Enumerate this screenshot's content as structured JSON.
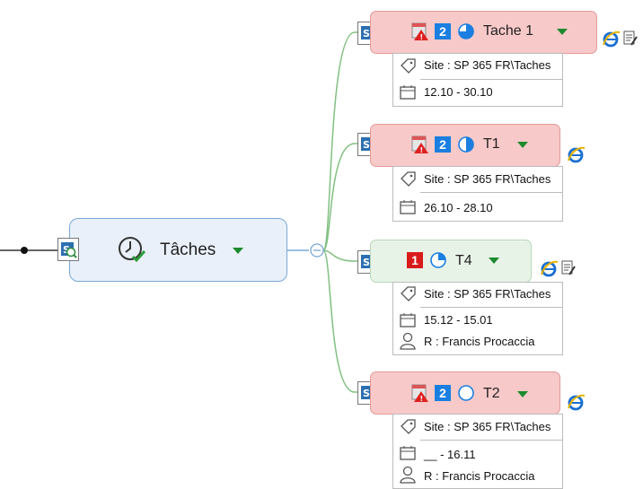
{
  "central": {
    "title": "Tâches"
  },
  "topics": [
    {
      "title": "Tache 1",
      "priority": "2",
      "site": "Site : SP 365 FR\\Taches",
      "dates": "12.10 - 30.10"
    },
    {
      "title": "T1",
      "priority": "2",
      "site": "Site : SP 365 FR\\Taches",
      "dates": "26.10 - 28.10"
    },
    {
      "title": "T4",
      "priority": "1",
      "site": "Site : SP 365 FR\\Taches",
      "dates": "15.12 - 15.01",
      "resource": "R : Francis Procaccia"
    },
    {
      "title": "T2",
      "priority": "2",
      "site": "Site : SP 365 FR\\Taches",
      "dates": "__ - 16.11",
      "resource": "R : Francis Procaccia"
    }
  ],
  "colors": {
    "alert_topic": "#f8c9c9",
    "normal_topic": "#e8f3e8",
    "central": "#e9f0f9",
    "connector": "#82c082",
    "priority_2": "#1a7fe0",
    "priority_1": "#d81b1b"
  }
}
